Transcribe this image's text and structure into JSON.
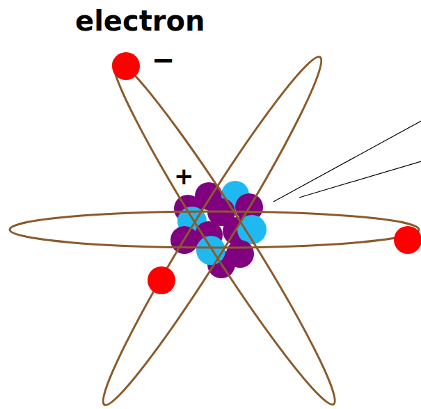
{
  "diagram": {
    "labels": [
      "electron",
      "−",
      "+"
    ]
  }
}
